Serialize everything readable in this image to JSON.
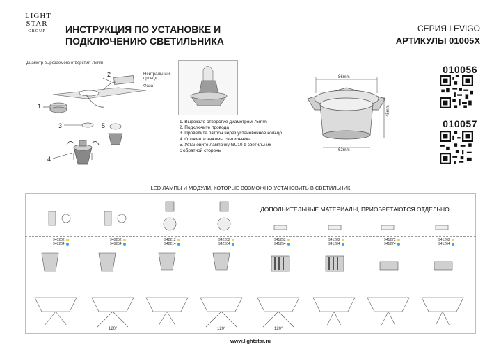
{
  "logo": {
    "line1": "LIGHT",
    "line2": "STAR",
    "line3": "GROUP"
  },
  "header": {
    "title_line1": "ИНСТРУКЦИЯ ПО УСТАНОВКЕ И",
    "title_line2": "ПОДКЛЮЧЕНИЮ СВЕТИЛЬНИКА",
    "series": "СЕРИЯ LEVIGO",
    "articles": "АРТИКУЛЫ 01005X"
  },
  "codes": {
    "code1": "010056",
    "code2": "010057"
  },
  "diagram_left": {
    "hole_note": "Диаметр вырезаемого отверстия 75mm",
    "neutral_label": "Нейтральный провод",
    "phase_label": "Фаза",
    "markers": [
      "1",
      "2",
      "3",
      "5",
      "4"
    ]
  },
  "steps": [
    "1.  Вырежьте отверстие диаметром 75mm",
    "2.  Подключите провода",
    "3.  Проведите патрон через установочное кольцо",
    "4.  Отожмите зажимы светильника",
    "5.  Установите лампочку GU10 в светильник",
    "     с обратной стороны"
  ],
  "dimensions": {
    "top": "86mm",
    "height": "45mm",
    "bottom": "62mm"
  },
  "lamps_section_title": "LED ЛАМПЫ И МОДУЛИ, КОТОРЫЕ ВОЗМОЖНО УСТАНОВИТЬ В СВЕТИЛЬНИК",
  "additional_title": "ДОПОЛНИТЕЛЬНЫЕ МАТЕРИАЛЫ, ПРИОБРЕТАЮТСЯ ОТДЕЛЬНО",
  "lamp_codes": [
    {
      "a": "940262",
      "b": "940264"
    },
    {
      "a": "940252",
      "b": "940254"
    },
    {
      "a": "942212",
      "b": "942214"
    },
    {
      "a": "942202",
      "b": "942204"
    },
    {
      "a": "941252",
      "b": "941254"
    },
    {
      "a": "941282",
      "b": "941284"
    },
    {
      "a": "941272",
      "b": "941274"
    },
    {
      "a": "941262",
      "b": "941264"
    }
  ],
  "angles": {
    "a1": "120°",
    "a2": "120°",
    "a3": "120°"
  },
  "website": "www.lightstar.ru",
  "colors": {
    "accent_yellow": "#e9d84a",
    "accent_blue": "#3da9d6",
    "line": "#555555"
  }
}
